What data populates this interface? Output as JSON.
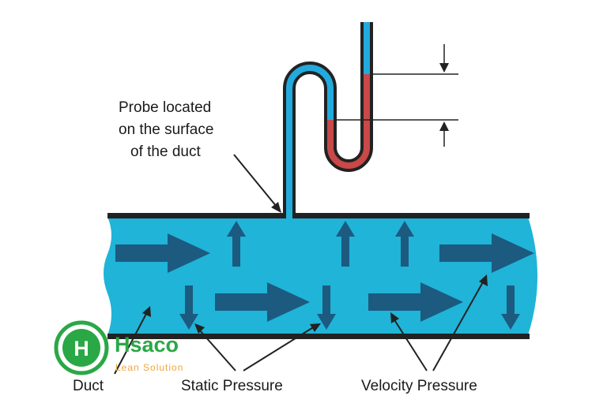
{
  "labels": {
    "probe_line1": "Probe located",
    "probe_line2": "on the surface",
    "probe_line3": "of the duct",
    "duct": "Duct",
    "static_pressure": "Static Pressure",
    "velocity_pressure": "Velocity Pressure"
  },
  "logo": {
    "name": "Hsaco",
    "tagline": "Lean Solution",
    "letter": "H"
  },
  "colors": {
    "duct_fill": "#1fb4d8",
    "outline": "#222222",
    "arrow": "#1c5a80",
    "fluid_blue": "#22aadd",
    "fluid_red": "#c94848",
    "logo_green": "#2aa846",
    "logo_orange": "#f2a43a"
  }
}
